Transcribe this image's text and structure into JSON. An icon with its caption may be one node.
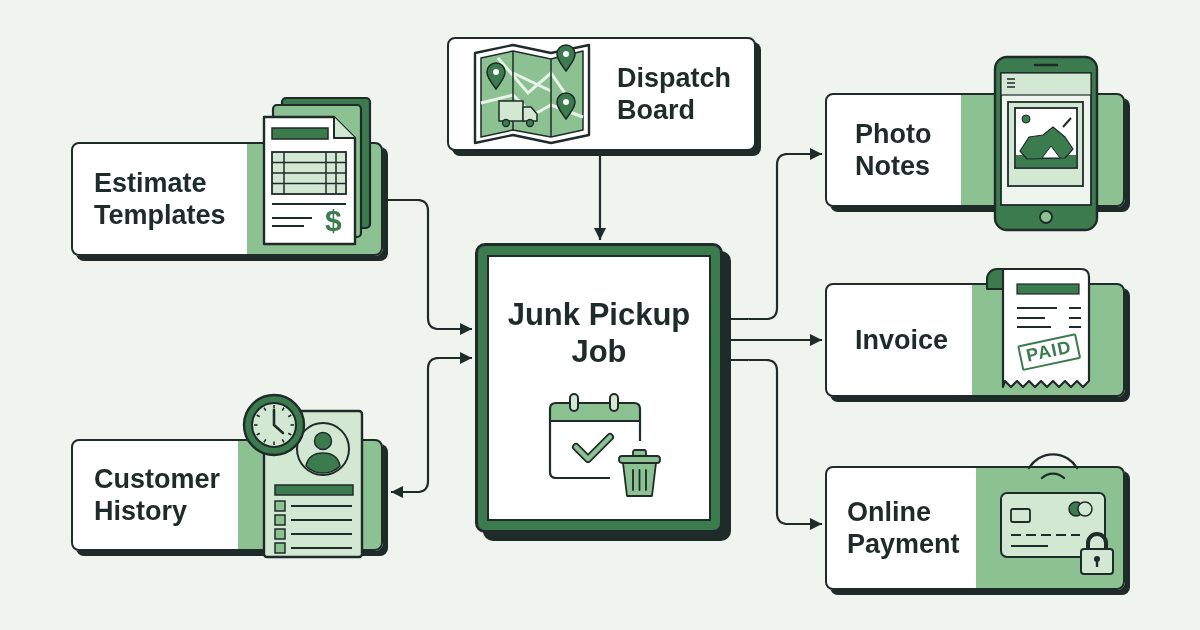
{
  "diagram": {
    "nodes": [
      {
        "text": [
          "Estimate Templates"
        ]
      },
      {
        "text": [
          "Customer History"
        ]
      },
      {
        "text": [
          "Dispatch Board"
        ]
      },
      {
        "text": [
          "Junk Pickup Job"
        ]
      },
      {
        "text": [
          "Photo Notes"
        ]
      },
      {
        "text": [
          "Invoice"
        ]
      },
      {
        "text": [
          "Online Payment"
        ]
      }
    ],
    "edges": [
      {
        "from": 2,
        "to": 3,
        "arrow": "to"
      },
      {
        "from": 0,
        "to": 3,
        "arrow": "to"
      },
      {
        "from": 1,
        "to": 3,
        "arrow": "both"
      },
      {
        "from": 3,
        "to": 4,
        "arrow": "to"
      },
      {
        "from": 3,
        "to": 5,
        "arrow": "to"
      },
      {
        "from": 3,
        "to": 6,
        "arrow": "to"
      }
    ],
    "labels": [
      "$",
      "PAID"
    ]
  }
}
